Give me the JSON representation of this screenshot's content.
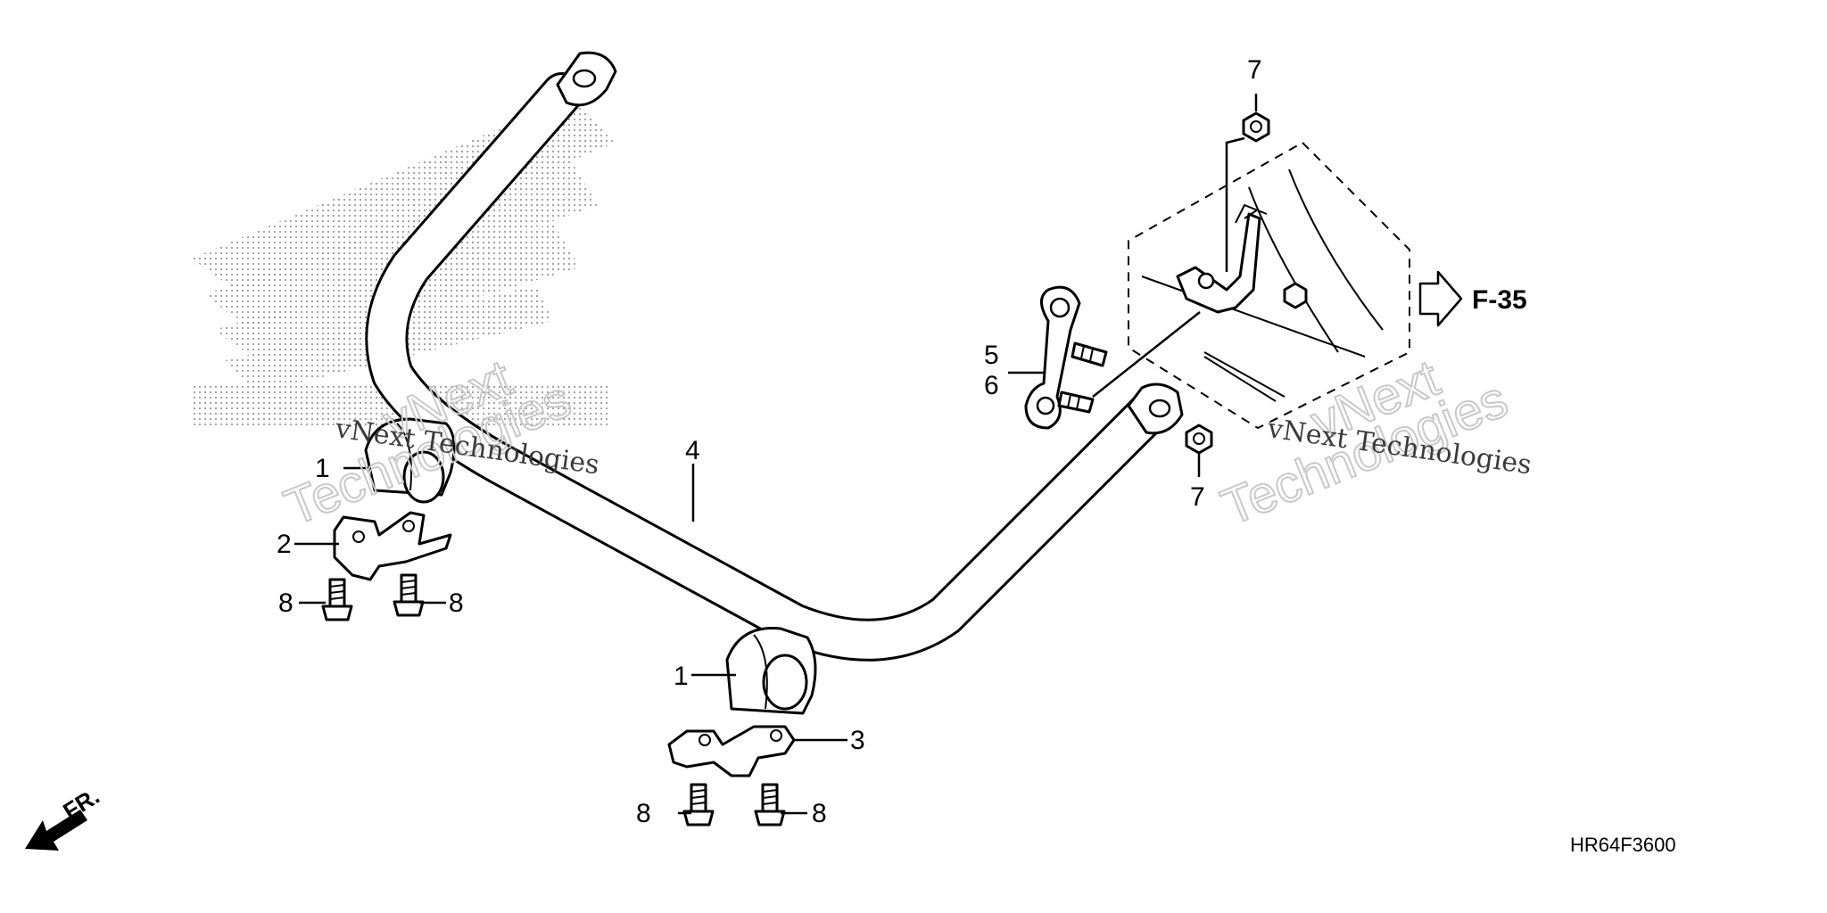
{
  "diagram": {
    "code": "HR64F3600",
    "ref_label": "F-35",
    "front_label": "FR.",
    "watermark": {
      "line1": "vNext Technologies",
      "big1": "vNext",
      "big2": "Technologies"
    },
    "callouts": {
      "c1a": "1",
      "c1b": "1",
      "c2": "2",
      "c3": "3",
      "c4": "4",
      "c5": "5",
      "c6": "6",
      "c7a": "7",
      "c7b": "7",
      "c8a": "8",
      "c8b": "8",
      "c8c": "8",
      "c8d": "8"
    }
  }
}
